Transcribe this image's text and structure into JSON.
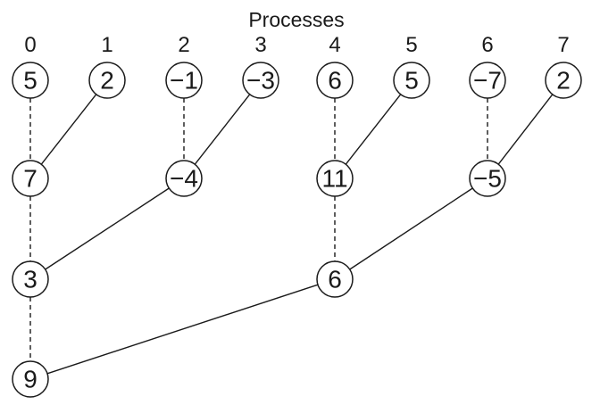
{
  "title": "Processes",
  "process_labels": [
    "0",
    "1",
    "2",
    "3",
    "4",
    "5",
    "6",
    "7"
  ],
  "tree": {
    "levels": [
      {
        "values": [
          "5",
          "2",
          "−1",
          "−3",
          "6",
          "5",
          "−7",
          "2"
        ],
        "columns": [
          0,
          1,
          2,
          3,
          4,
          5,
          6,
          7
        ]
      },
      {
        "values": [
          "7",
          "−4",
          "11",
          "−5"
        ],
        "columns": [
          0,
          2,
          4,
          6
        ]
      },
      {
        "values": [
          "3",
          "6"
        ],
        "columns": [
          0,
          4
        ]
      },
      {
        "values": [
          "9"
        ],
        "columns": [
          0
        ]
      }
    ],
    "dashed_lines": [
      [
        "level0.p0",
        "level1.p0"
      ],
      [
        "level0.p2",
        "level1.p2"
      ],
      [
        "level0.p4",
        "level1.p4"
      ],
      [
        "level0.p6",
        "level1.p6"
      ],
      [
        "level1.p0",
        "level2.p0"
      ],
      [
        "level1.p4",
        "level2.p4"
      ],
      [
        "level2.p0",
        "level3.p0"
      ]
    ],
    "solid_arrows": [
      [
        "level0.p1",
        "level1.p0"
      ],
      [
        "level0.p3",
        "level1.p2"
      ],
      [
        "level0.p5",
        "level1.p4"
      ],
      [
        "level0.p7",
        "level1.p6"
      ],
      [
        "level1.p2",
        "level2.p0"
      ],
      [
        "level1.p6",
        "level2.p4"
      ],
      [
        "level2.p4",
        "level3.p0"
      ]
    ]
  },
  "colors": {
    "background": "#ffffff",
    "stroke": "#1a1a1a",
    "text": "#1a1a1a"
  }
}
